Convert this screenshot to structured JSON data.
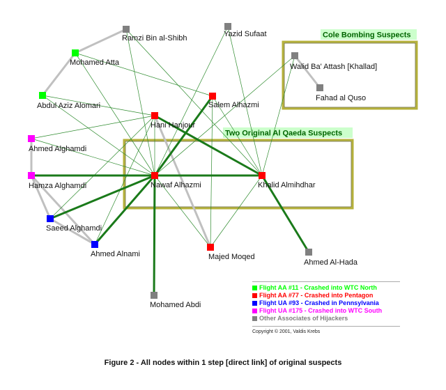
{
  "diagram": {
    "nodes": [
      {
        "id": "ramzi",
        "label": "Ramzi Bin al-Shibh",
        "group": "other"
      },
      {
        "id": "yazid",
        "label": "Yazid Sufaat",
        "group": "other"
      },
      {
        "id": "atta",
        "label": "Mohamed Atta",
        "group": "aa11"
      },
      {
        "id": "alomari",
        "label": "Abdul Aziz Alomari",
        "group": "aa11"
      },
      {
        "id": "salem",
        "label": "Salem Alhazmi",
        "group": "aa77"
      },
      {
        "id": "hani",
        "label": "Hani Hanjour",
        "group": "aa77"
      },
      {
        "id": "ahmed_gh",
        "label": "Ahmed Alghamdi",
        "group": "ua175"
      },
      {
        "id": "hamza",
        "label": "Hamza Alghamdi",
        "group": "ua175"
      },
      {
        "id": "nawaf",
        "label": "Nawaf Alhazmi",
        "group": "aa77"
      },
      {
        "id": "khalid",
        "label": "Khalid Almihdhar",
        "group": "aa77"
      },
      {
        "id": "saeed",
        "label": "Saeed Alghamdi",
        "group": "ua93"
      },
      {
        "id": "alnami",
        "label": "Ahmed Alnami",
        "group": "ua93"
      },
      {
        "id": "majed",
        "label": "Majed Moqed",
        "group": "aa77"
      },
      {
        "id": "hada",
        "label": "Ahmed Al-Hada",
        "group": "other"
      },
      {
        "id": "abdi",
        "label": "Mohamed Abdi",
        "group": "other"
      },
      {
        "id": "walid",
        "label": "Walid Ba' Attash [Khallad]",
        "group": "other"
      },
      {
        "id": "fahad",
        "label": "Fahad al Quso",
        "group": "other"
      }
    ],
    "edges": [
      {
        "from": "nawaf",
        "to": "khalid",
        "weight": "strong"
      },
      {
        "from": "nawaf",
        "to": "hamza",
        "weight": "strong"
      },
      {
        "from": "nawaf",
        "to": "saeed",
        "weight": "strong"
      },
      {
        "from": "nawaf",
        "to": "alnami",
        "weight": "strong"
      },
      {
        "from": "nawaf",
        "to": "salem",
        "weight": "strong"
      },
      {
        "from": "nawaf",
        "to": "abdi",
        "weight": "strong"
      },
      {
        "from": "hani",
        "to": "khalid",
        "weight": "strong"
      },
      {
        "from": "khalid",
        "to": "hada",
        "weight": "strong"
      },
      {
        "from": "ramzi",
        "to": "atta",
        "weight": "gray"
      },
      {
        "from": "atta",
        "to": "alomari",
        "weight": "gray"
      },
      {
        "from": "ahmed_gh",
        "to": "hamza",
        "weight": "gray"
      },
      {
        "from": "hamza",
        "to": "saeed",
        "weight": "gray"
      },
      {
        "from": "hamza",
        "to": "alnami",
        "weight": "gray"
      },
      {
        "from": "saeed",
        "to": "alnami",
        "weight": "gray"
      },
      {
        "from": "hani",
        "to": "majed",
        "weight": "gray"
      },
      {
        "from": "walid",
        "to": "fahad",
        "weight": "gray"
      },
      {
        "from": "ramzi",
        "to": "nawaf",
        "weight": "thin"
      },
      {
        "from": "ramzi",
        "to": "khalid",
        "weight": "thin"
      },
      {
        "from": "yazid",
        "to": "nawaf",
        "weight": "thin"
      },
      {
        "from": "yazid",
        "to": "khalid",
        "weight": "thin"
      },
      {
        "from": "atta",
        "to": "nawaf",
        "weight": "thin"
      },
      {
        "from": "atta",
        "to": "salem",
        "weight": "thin"
      },
      {
        "from": "alomari",
        "to": "nawaf",
        "weight": "thin"
      },
      {
        "from": "alomari",
        "to": "hani",
        "weight": "thin"
      },
      {
        "from": "ahmed_gh",
        "to": "nawaf",
        "weight": "thin"
      },
      {
        "from": "ahmed_gh",
        "to": "hani",
        "weight": "thin"
      },
      {
        "from": "walid",
        "to": "nawaf",
        "weight": "thin"
      },
      {
        "from": "walid",
        "to": "khalid",
        "weight": "thin"
      },
      {
        "from": "salem",
        "to": "khalid",
        "weight": "thin"
      },
      {
        "from": "salem",
        "to": "majed",
        "weight": "thin"
      },
      {
        "from": "hani",
        "to": "alnami",
        "weight": "thin"
      },
      {
        "from": "hani",
        "to": "nawaf",
        "weight": "thin"
      },
      {
        "from": "nawaf",
        "to": "majed",
        "weight": "thin"
      },
      {
        "from": "khalid",
        "to": "majed",
        "weight": "thin"
      },
      {
        "from": "saeed",
        "to": "hani",
        "weight": "thin"
      }
    ],
    "boxes": [
      {
        "id": "cole",
        "title": "Cole Bombing Suspects"
      },
      {
        "id": "alqaeda",
        "title": "Two Original Al Qaeda Suspects"
      }
    ]
  },
  "colors": {
    "aa11": "#00ff00",
    "aa77": "#ff0000",
    "ua93": "#0000ff",
    "ua175": "#ff00ff",
    "other": "#808080",
    "strong_edge": "#1a7a1a",
    "thin_edge": "#2e8b2e",
    "gray_edge": "#c0c0c0",
    "box_border": "#b5b13a",
    "box_title_bg": "#ccffcc"
  },
  "legend": {
    "items": [
      {
        "label": "Flight AA #11 - Crashed into WTC North",
        "color": "#00ff00"
      },
      {
        "label": "Flight AA #77 - Crashed into Pentagon",
        "color": "#ff0000"
      },
      {
        "label": "Flight UA #93 - Crashed in Pennsylvania",
        "color": "#0000ff"
      },
      {
        "label": "Flight UA #175 - Crashed into WTC South",
        "color": "#ff00ff"
      },
      {
        "label": "Other Associates of Hijackers",
        "color": "#808080"
      }
    ],
    "copyright": "Copyright © 2001, Valdis Krebs"
  },
  "caption": "Figure 2 - All nodes within 1 step [direct link] of original suspects"
}
